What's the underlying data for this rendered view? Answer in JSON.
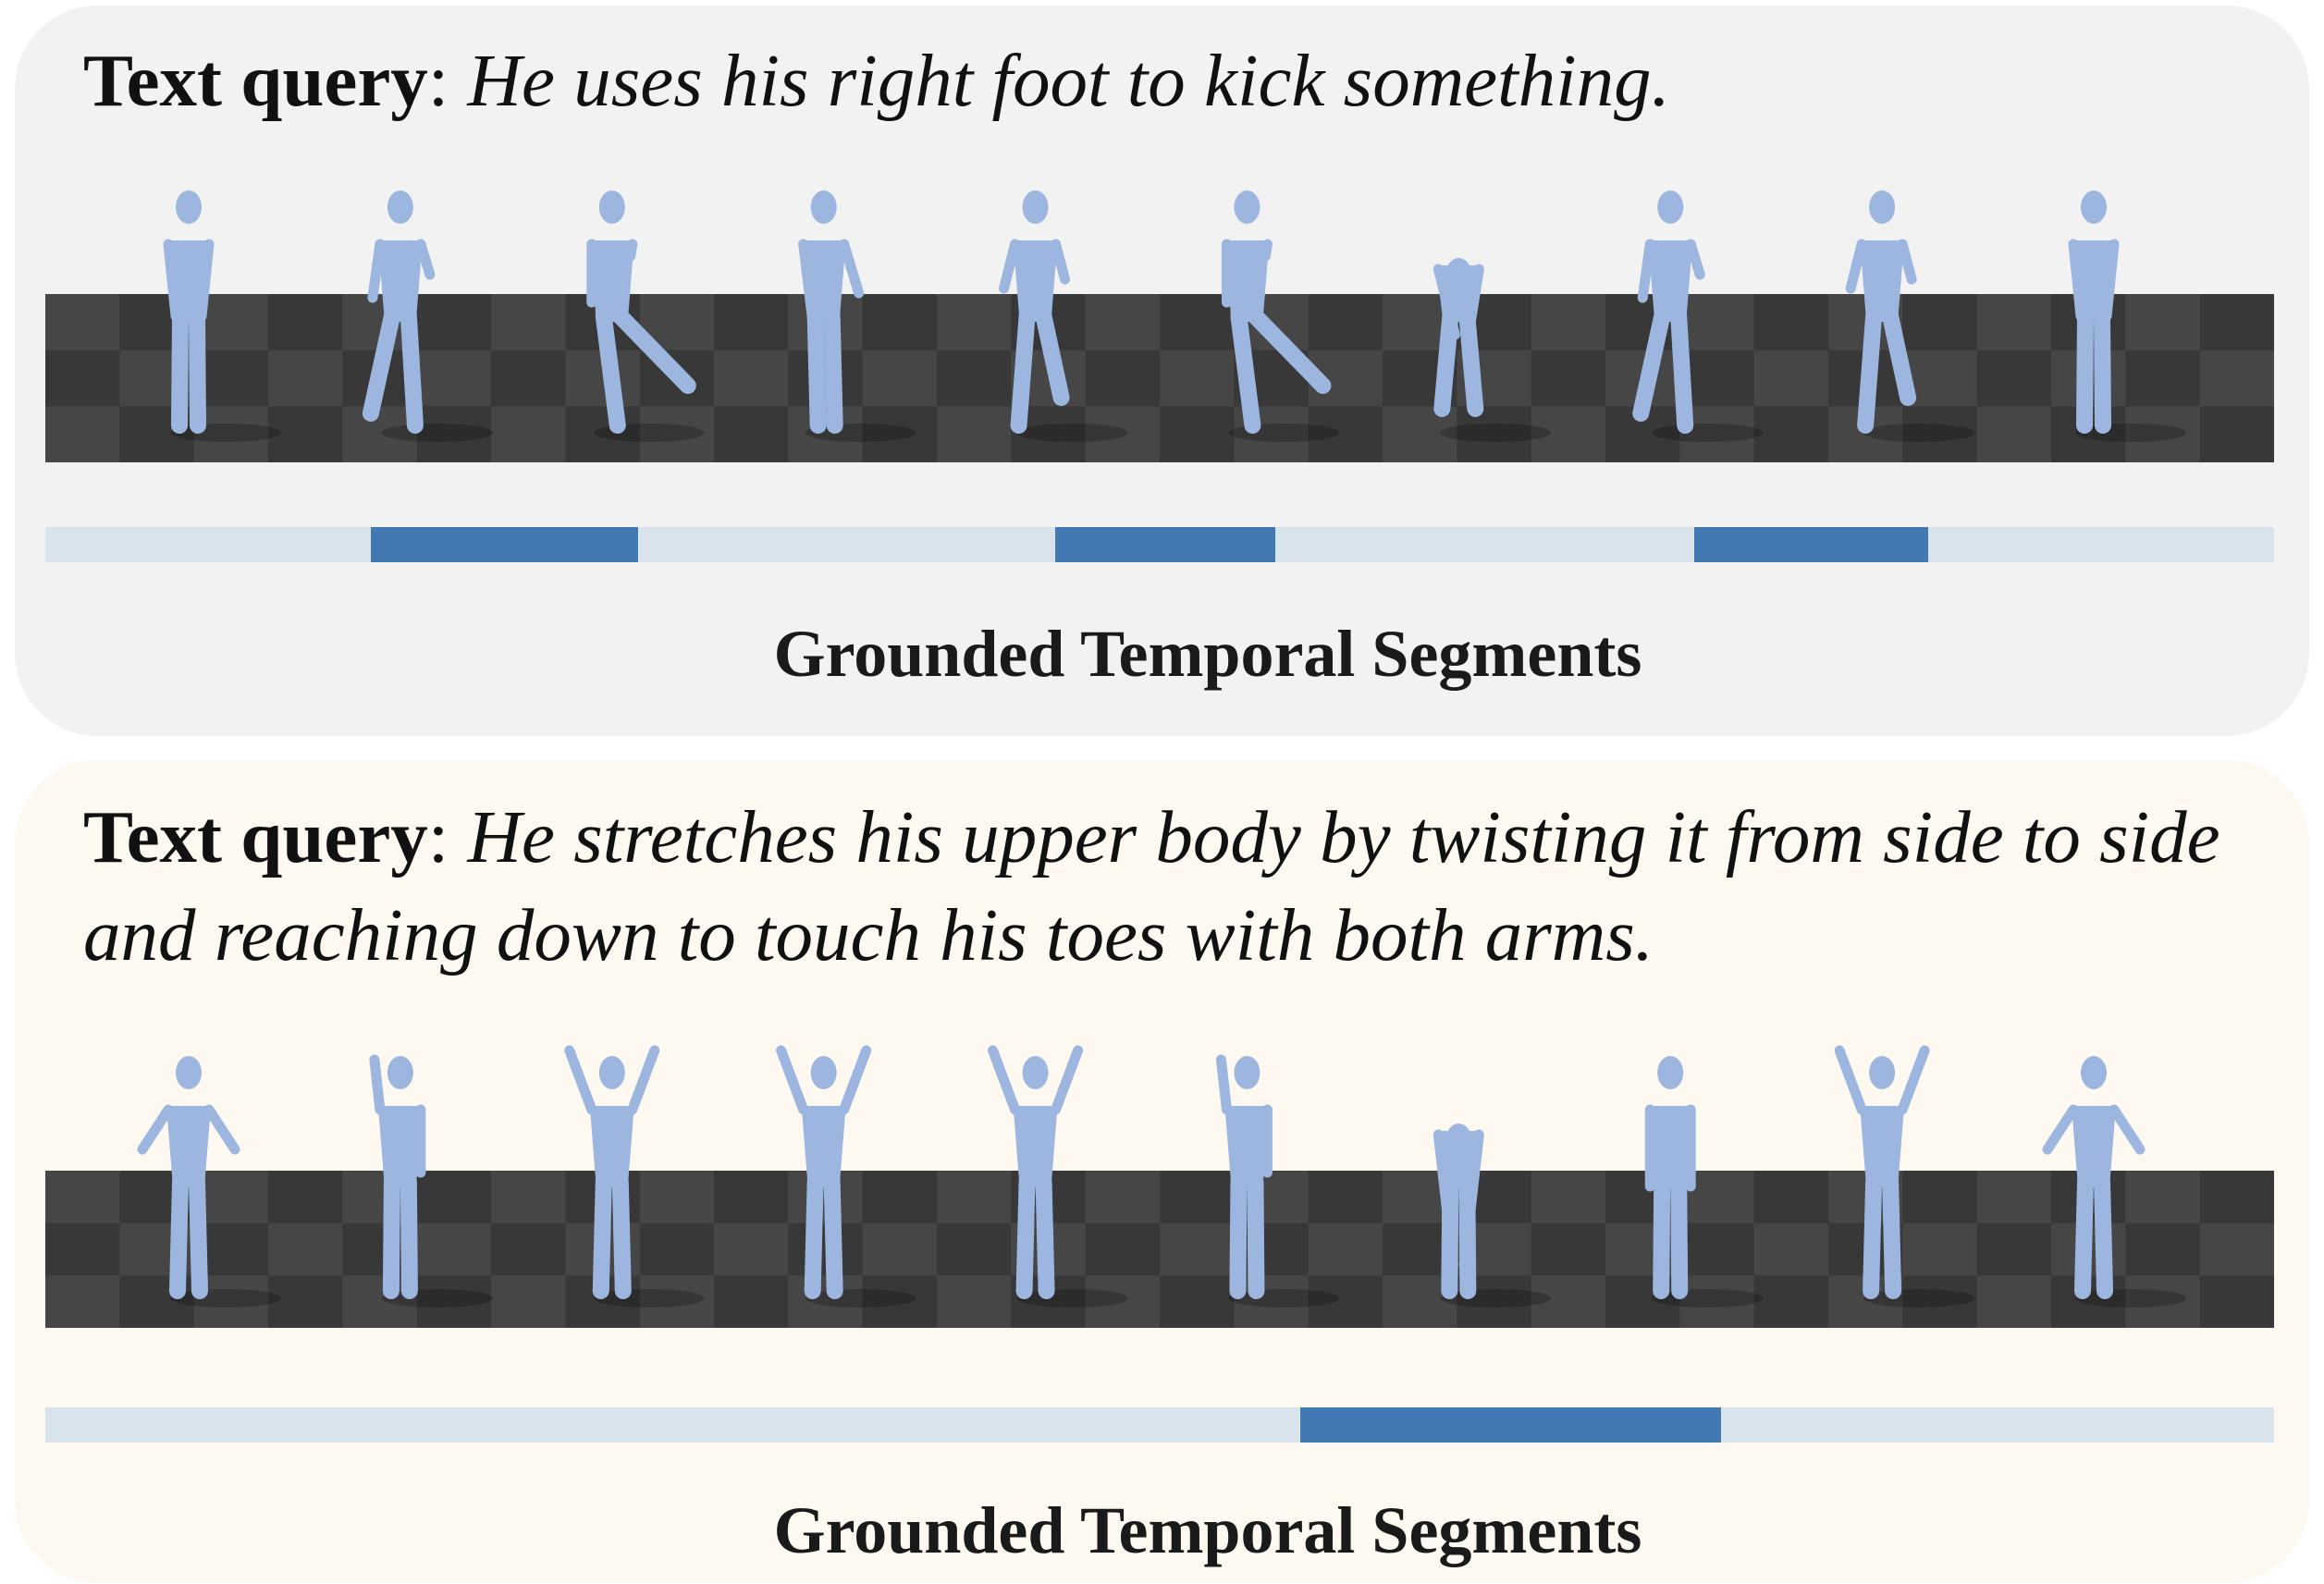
{
  "colors": {
    "highlight": "#4279b3",
    "track": "#d9e3ec",
    "figure": "#9db6df",
    "floor_dark": "#383838",
    "floor_light": "#4b4b4b"
  },
  "panels": [
    {
      "background": "#f2f2f2",
      "query_label": "Text query",
      "query_sep": ": ",
      "query_text": "He uses his right foot to kick something.",
      "frames": [
        "stand",
        "step",
        "kick-cross",
        "lean",
        "knee-lift",
        "kick-cross",
        "crouch",
        "step",
        "knee-lift",
        "stand"
      ],
      "segments": [
        {
          "start": 0.146,
          "end": 0.266
        },
        {
          "start": 0.453,
          "end": 0.552
        },
        {
          "start": 0.74,
          "end": 0.845
        }
      ],
      "caption": "Grounded Temporal Segments"
    },
    {
      "background": "#fdf9f0",
      "query_label": "Text query",
      "query_sep": ": ",
      "query_text": "He stretches his upper body by twisting it from side to side and reaching down to touch his toes with both arms.",
      "frames": [
        "arms-out",
        "one-arm-up",
        "arms-up",
        "arms-up",
        "arms-up",
        "one-arm-up",
        "bend-down",
        "hunch",
        "arms-up",
        "arms-out"
      ],
      "segments": [
        {
          "start": 0.563,
          "end": 0.752
        }
      ],
      "caption": "Grounded Temporal Segments"
    }
  ]
}
